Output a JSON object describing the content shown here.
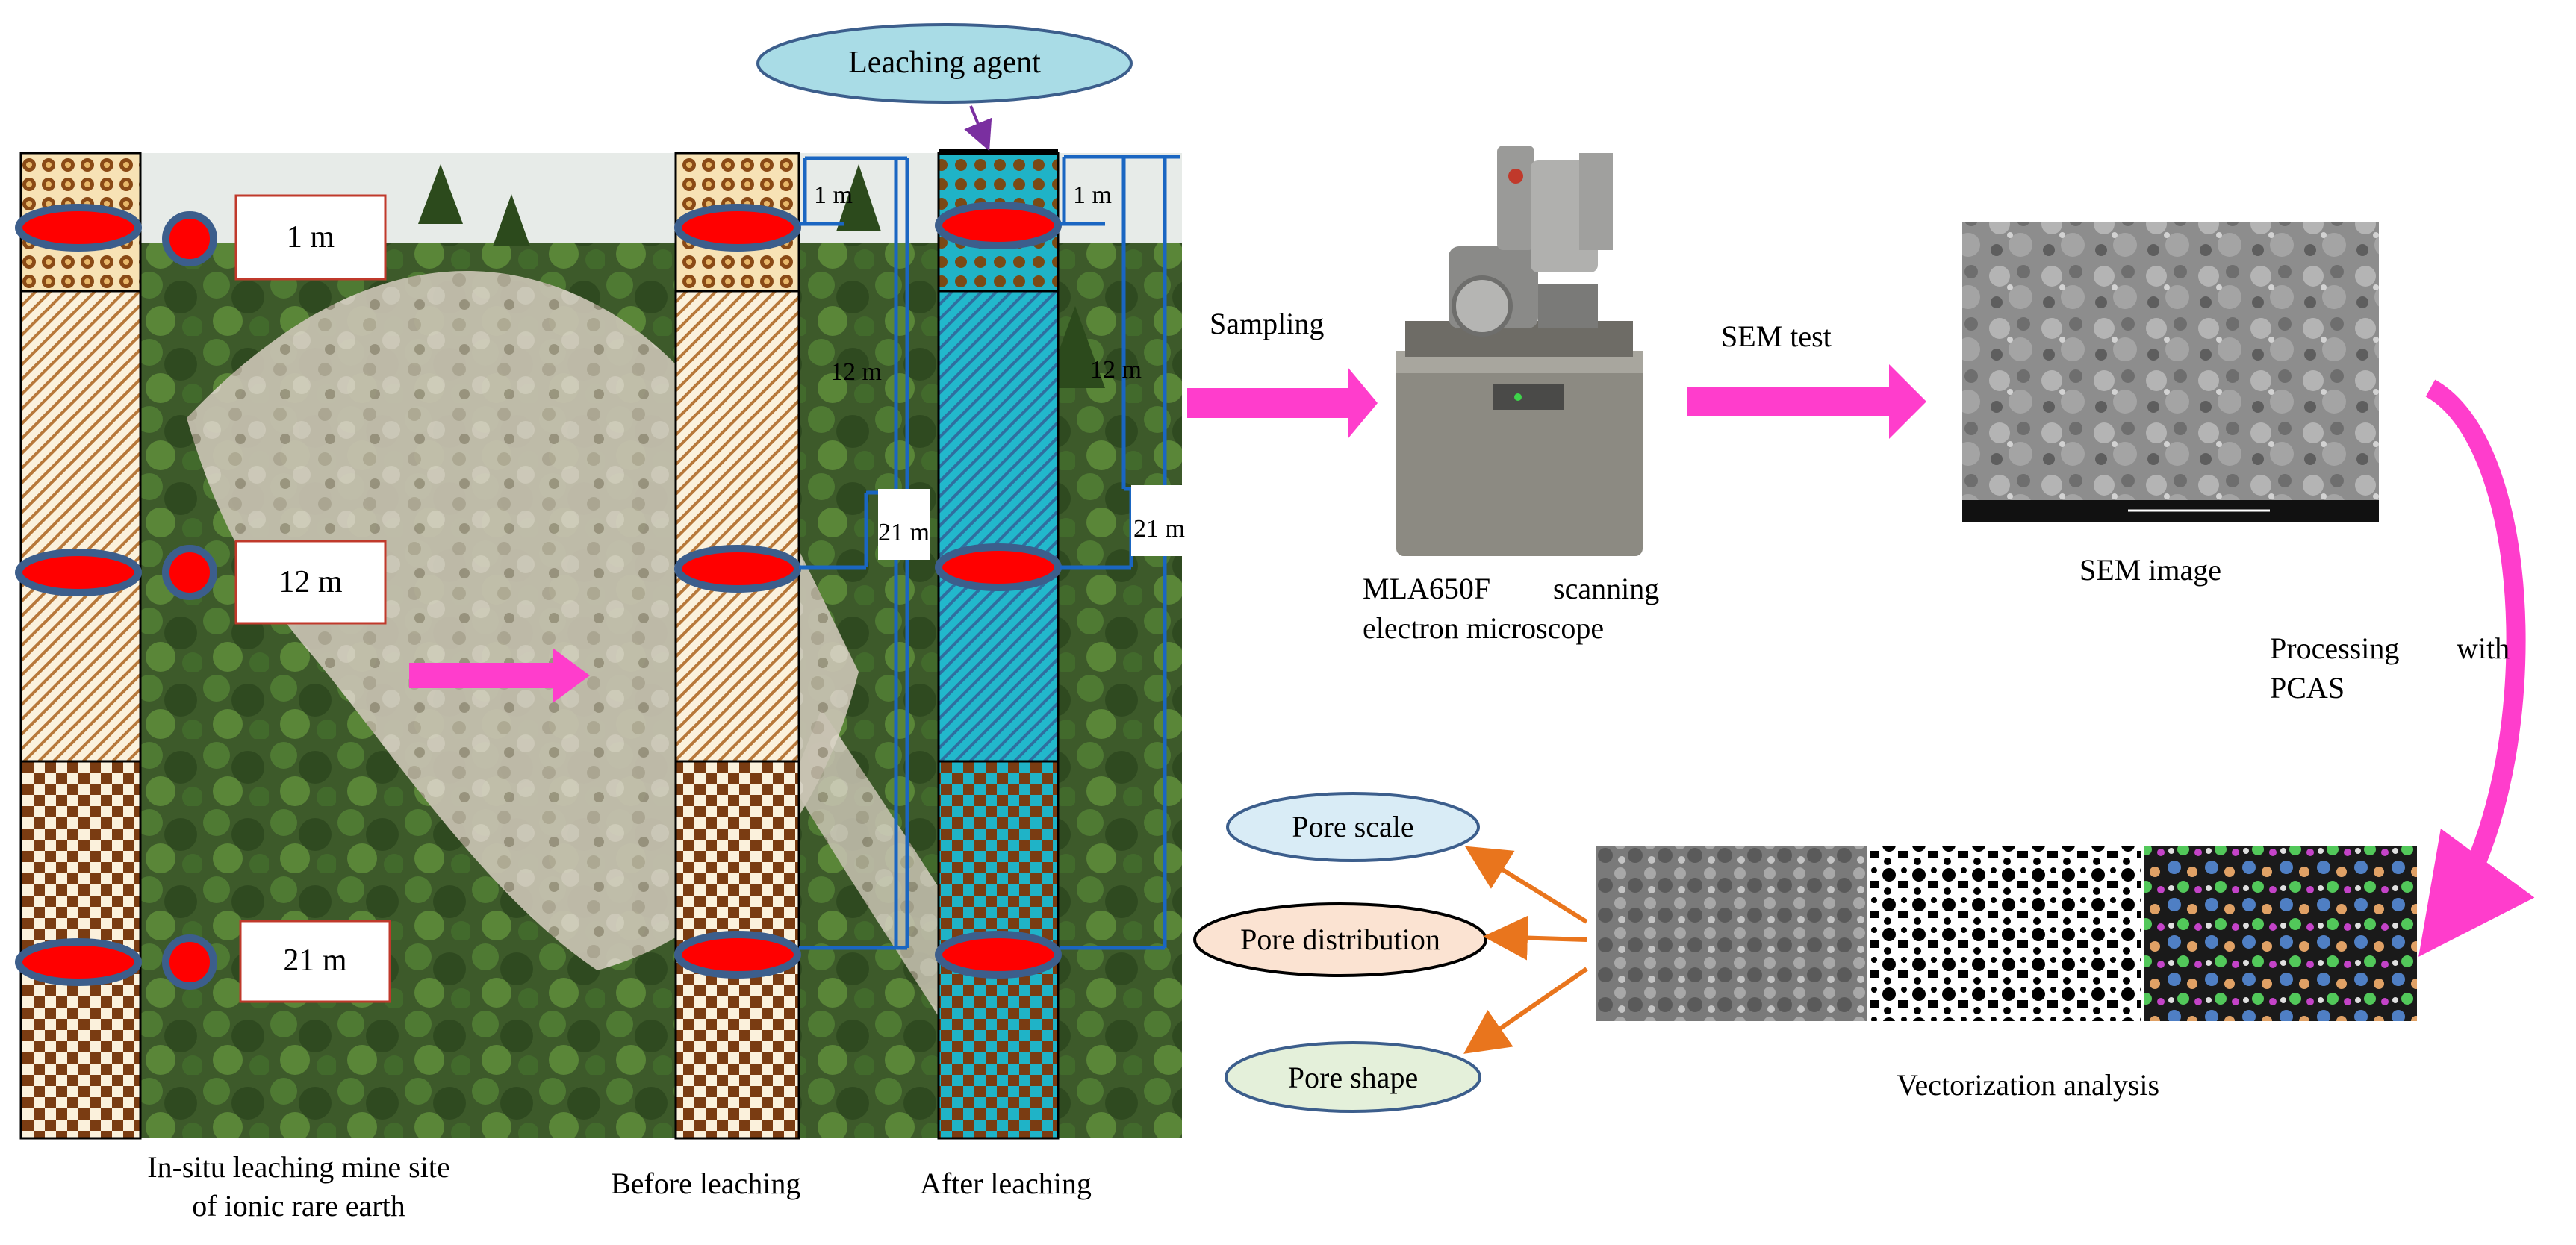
{
  "colors": {
    "brown": "#7a3c12",
    "cream": "#f4e9cf",
    "cyan": "#1fb3c7",
    "red": "#ff0000",
    "ring": "#3c5e8c",
    "blue_line": "#1a66c2",
    "arrow_pink": "#ff3dcc",
    "arrow_orange": "#e9751d",
    "ellipse_leaching": "#a9dce6",
    "ellipse_scale": "#d9ecf6",
    "ellipse_distribution": "#fbe3d2",
    "ellipse_shape": "#e4f0da"
  },
  "leaching_agent": "Leaching agent",
  "depths": {
    "d1": "1 m",
    "d12": "12 m",
    "d21": "21 m"
  },
  "measure": {
    "m1": "1 m",
    "m12": "12 m",
    "m21": "21 m"
  },
  "captions": {
    "mine_line1": "In-situ leaching mine site",
    "mine_line2": "of ionic rare earth",
    "before": "Before leaching",
    "after": "After leaching"
  },
  "flow": {
    "sampling": "Sampling",
    "sem_test": "SEM test",
    "microscope_line1_a": "MLA650F",
    "microscope_line1_b": "scanning",
    "microscope_line2": "electron microscope",
    "sem_image": "SEM image",
    "processing_a": "Processing",
    "processing_b": "with",
    "processing_c": "PCAS",
    "vectorization": "Vectorization analysis"
  },
  "outputs": {
    "pore_scale": "Pore scale",
    "pore_distribution": "Pore distribution",
    "pore_shape": "Pore shape"
  }
}
